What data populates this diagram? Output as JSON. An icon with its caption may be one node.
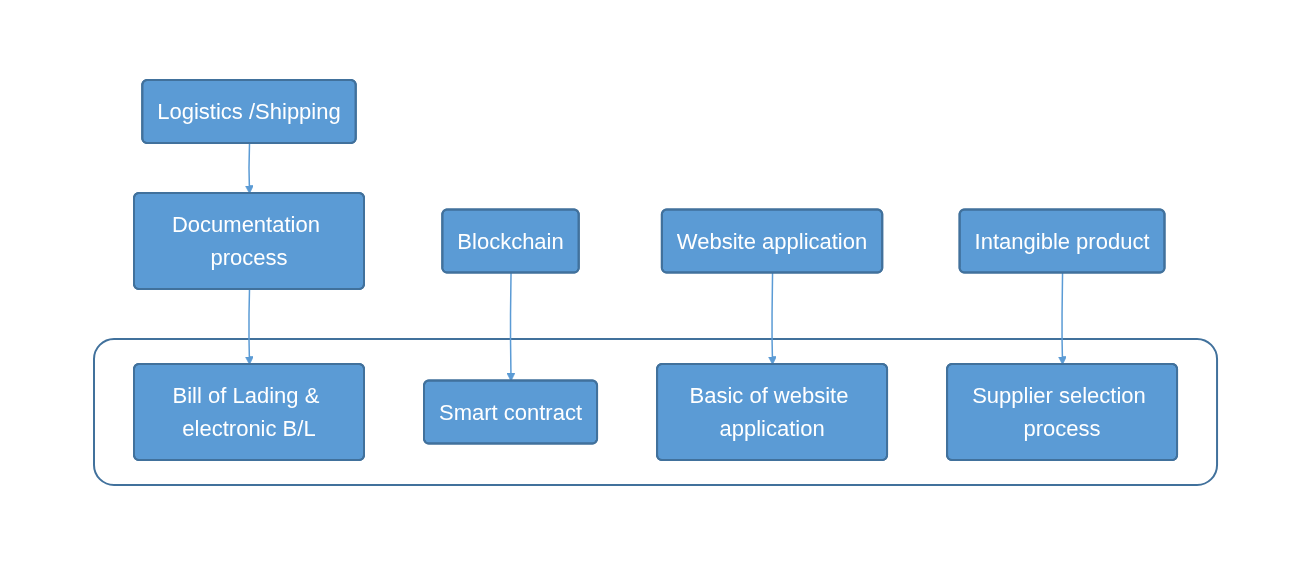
{
  "diagram": {
    "nodes": [
      {
        "text": [
          "Logistics /Shipping"
        ]
      },
      {
        "text": [
          "Blockchain"
        ]
      },
      {
        "text": [
          "Website application"
        ]
      },
      {
        "text": [
          "Intangible product"
        ]
      },
      {
        "text": [
          "Documentation process"
        ]
      },
      {
        "text": [],
        "shape": "box"
      },
      {
        "text": [
          "Bill of Lading & electronic B/L"
        ],
        "in": 5
      },
      {
        "text": [
          "Smart contract"
        ],
        "in": 5
      },
      {
        "text": [
          "Basic of website application"
        ],
        "in": 5
      },
      {
        "text": [
          "Supplier selection process"
        ],
        "in": 5
      }
    ],
    "edges": [
      {
        "from": 0,
        "to": 4,
        "arrow": "to"
      },
      {
        "from": 4,
        "to": 6,
        "arrow": "to"
      },
      {
        "from": 1,
        "to": 7,
        "arrow": "to"
      },
      {
        "from": 2,
        "to": 8,
        "arrow": "to"
      },
      {
        "from": 3,
        "to": 9,
        "arrow": "to"
      }
    ]
  }
}
